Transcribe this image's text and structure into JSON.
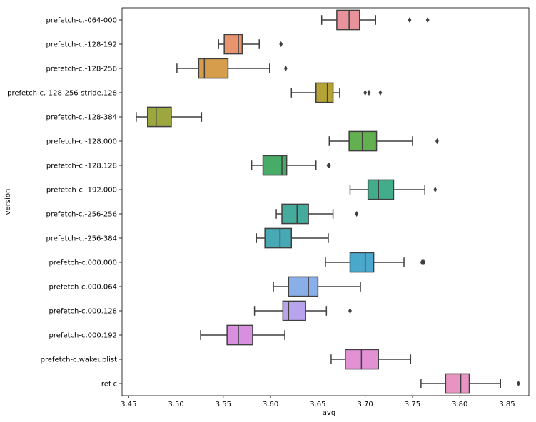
{
  "chart_data": {
    "type": "box",
    "orientation": "horizontal",
    "xlabel": "avg",
    "ylabel": "version",
    "xlim": [
      3.443,
      3.873
    ],
    "xticks": [
      "3.45",
      "3.50",
      "3.55",
      "3.60",
      "3.65",
      "3.70",
      "3.75",
      "3.80",
      "3.85"
    ],
    "grid": false,
    "legend": "none",
    "categories": [
      {
        "label": "prefetch-c.-064-000",
        "color": "#e8939b",
        "whislo": 3.654,
        "q1": 3.67,
        "med": 3.683,
        "q3": 3.694,
        "whishi": 3.711,
        "fliers": [
          3.747,
          3.766
        ]
      },
      {
        "label": "prefetch-c.-128-192",
        "color": "#e8956f",
        "whislo": 3.545,
        "q1": 3.551,
        "med": 3.566,
        "q3": 3.57,
        "whishi": 3.588,
        "fliers": [
          3.611
        ]
      },
      {
        "label": "prefetch-c.-128-256",
        "color": "#d69e4c",
        "whislo": 3.501,
        "q1": 3.524,
        "med": 3.53,
        "q3": 3.555,
        "whishi": 3.599,
        "fliers": [
          3.616
        ]
      },
      {
        "label": "prefetch-c.-128-256-stride.128",
        "color": "#b5a336",
        "whislo": 3.622,
        "q1": 3.648,
        "med": 3.66,
        "q3": 3.666,
        "whishi": 3.673,
        "fliers": [
          3.7,
          3.704,
          3.716
        ]
      },
      {
        "label": "prefetch-c.-128-384",
        "color": "#9ca73f",
        "whislo": 3.458,
        "q1": 3.47,
        "med": 3.479,
        "q3": 3.495,
        "whishi": 3.527,
        "fliers": []
      },
      {
        "label": "prefetch-c.-128.000",
        "color": "#62b04f",
        "whislo": 3.662,
        "q1": 3.683,
        "med": 3.697,
        "q3": 3.712,
        "whishi": 3.75,
        "fliers": [
          3.776
        ]
      },
      {
        "label": "prefetch-c.-128.128",
        "color": "#47ac68",
        "whislo": 3.58,
        "q1": 3.592,
        "med": 3.612,
        "q3": 3.617,
        "whishi": 3.648,
        "fliers": [
          3.661,
          3.662
        ]
      },
      {
        "label": "prefetch-c.-192.000",
        "color": "#42ad8b",
        "whislo": 3.684,
        "q1": 3.703,
        "med": 3.714,
        "q3": 3.73,
        "whishi": 3.763,
        "fliers": [
          3.774
        ]
      },
      {
        "label": "prefetch-c.-256-256",
        "color": "#45ab9c",
        "whislo": 3.606,
        "q1": 3.612,
        "med": 3.628,
        "q3": 3.64,
        "whishi": 3.666,
        "fliers": [
          3.691
        ]
      },
      {
        "label": "prefetch-c.-256-384",
        "color": "#46a9b3",
        "whislo": 3.585,
        "q1": 3.594,
        "med": 3.61,
        "q3": 3.622,
        "whishi": 3.661,
        "fliers": []
      },
      {
        "label": "prefetch-c.000.000",
        "color": "#4aa8cc",
        "whislo": 3.658,
        "q1": 3.684,
        "med": 3.7,
        "q3": 3.709,
        "whishi": 3.741,
        "fliers": [
          3.76,
          3.762
        ]
      },
      {
        "label": "prefetch-c.000.064",
        "color": "#8aaee8",
        "whislo": 3.603,
        "q1": 3.619,
        "med": 3.64,
        "q3": 3.65,
        "whishi": 3.695,
        "fliers": []
      },
      {
        "label": "prefetch-c.000.128",
        "color": "#b7a4ed",
        "whislo": 3.583,
        "q1": 3.613,
        "med": 3.619,
        "q3": 3.637,
        "whishi": 3.659,
        "fliers": [
          3.684
        ]
      },
      {
        "label": "prefetch-c.000.192",
        "color": "#d98fe0",
        "whislo": 3.526,
        "q1": 3.554,
        "med": 3.566,
        "q3": 3.581,
        "whishi": 3.615,
        "fliers": []
      },
      {
        "label": "prefetch-c.wakeuplist",
        "color": "#e391d5",
        "whislo": 3.664,
        "q1": 3.679,
        "med": 3.696,
        "q3": 3.714,
        "whishi": 3.748,
        "fliers": []
      },
      {
        "label": "ref-c",
        "color": "#e894c2",
        "whislo": 3.759,
        "q1": 3.785,
        "med": 3.801,
        "q3": 3.81,
        "whishi": 3.843,
        "fliers": [
          3.862
        ]
      }
    ]
  }
}
